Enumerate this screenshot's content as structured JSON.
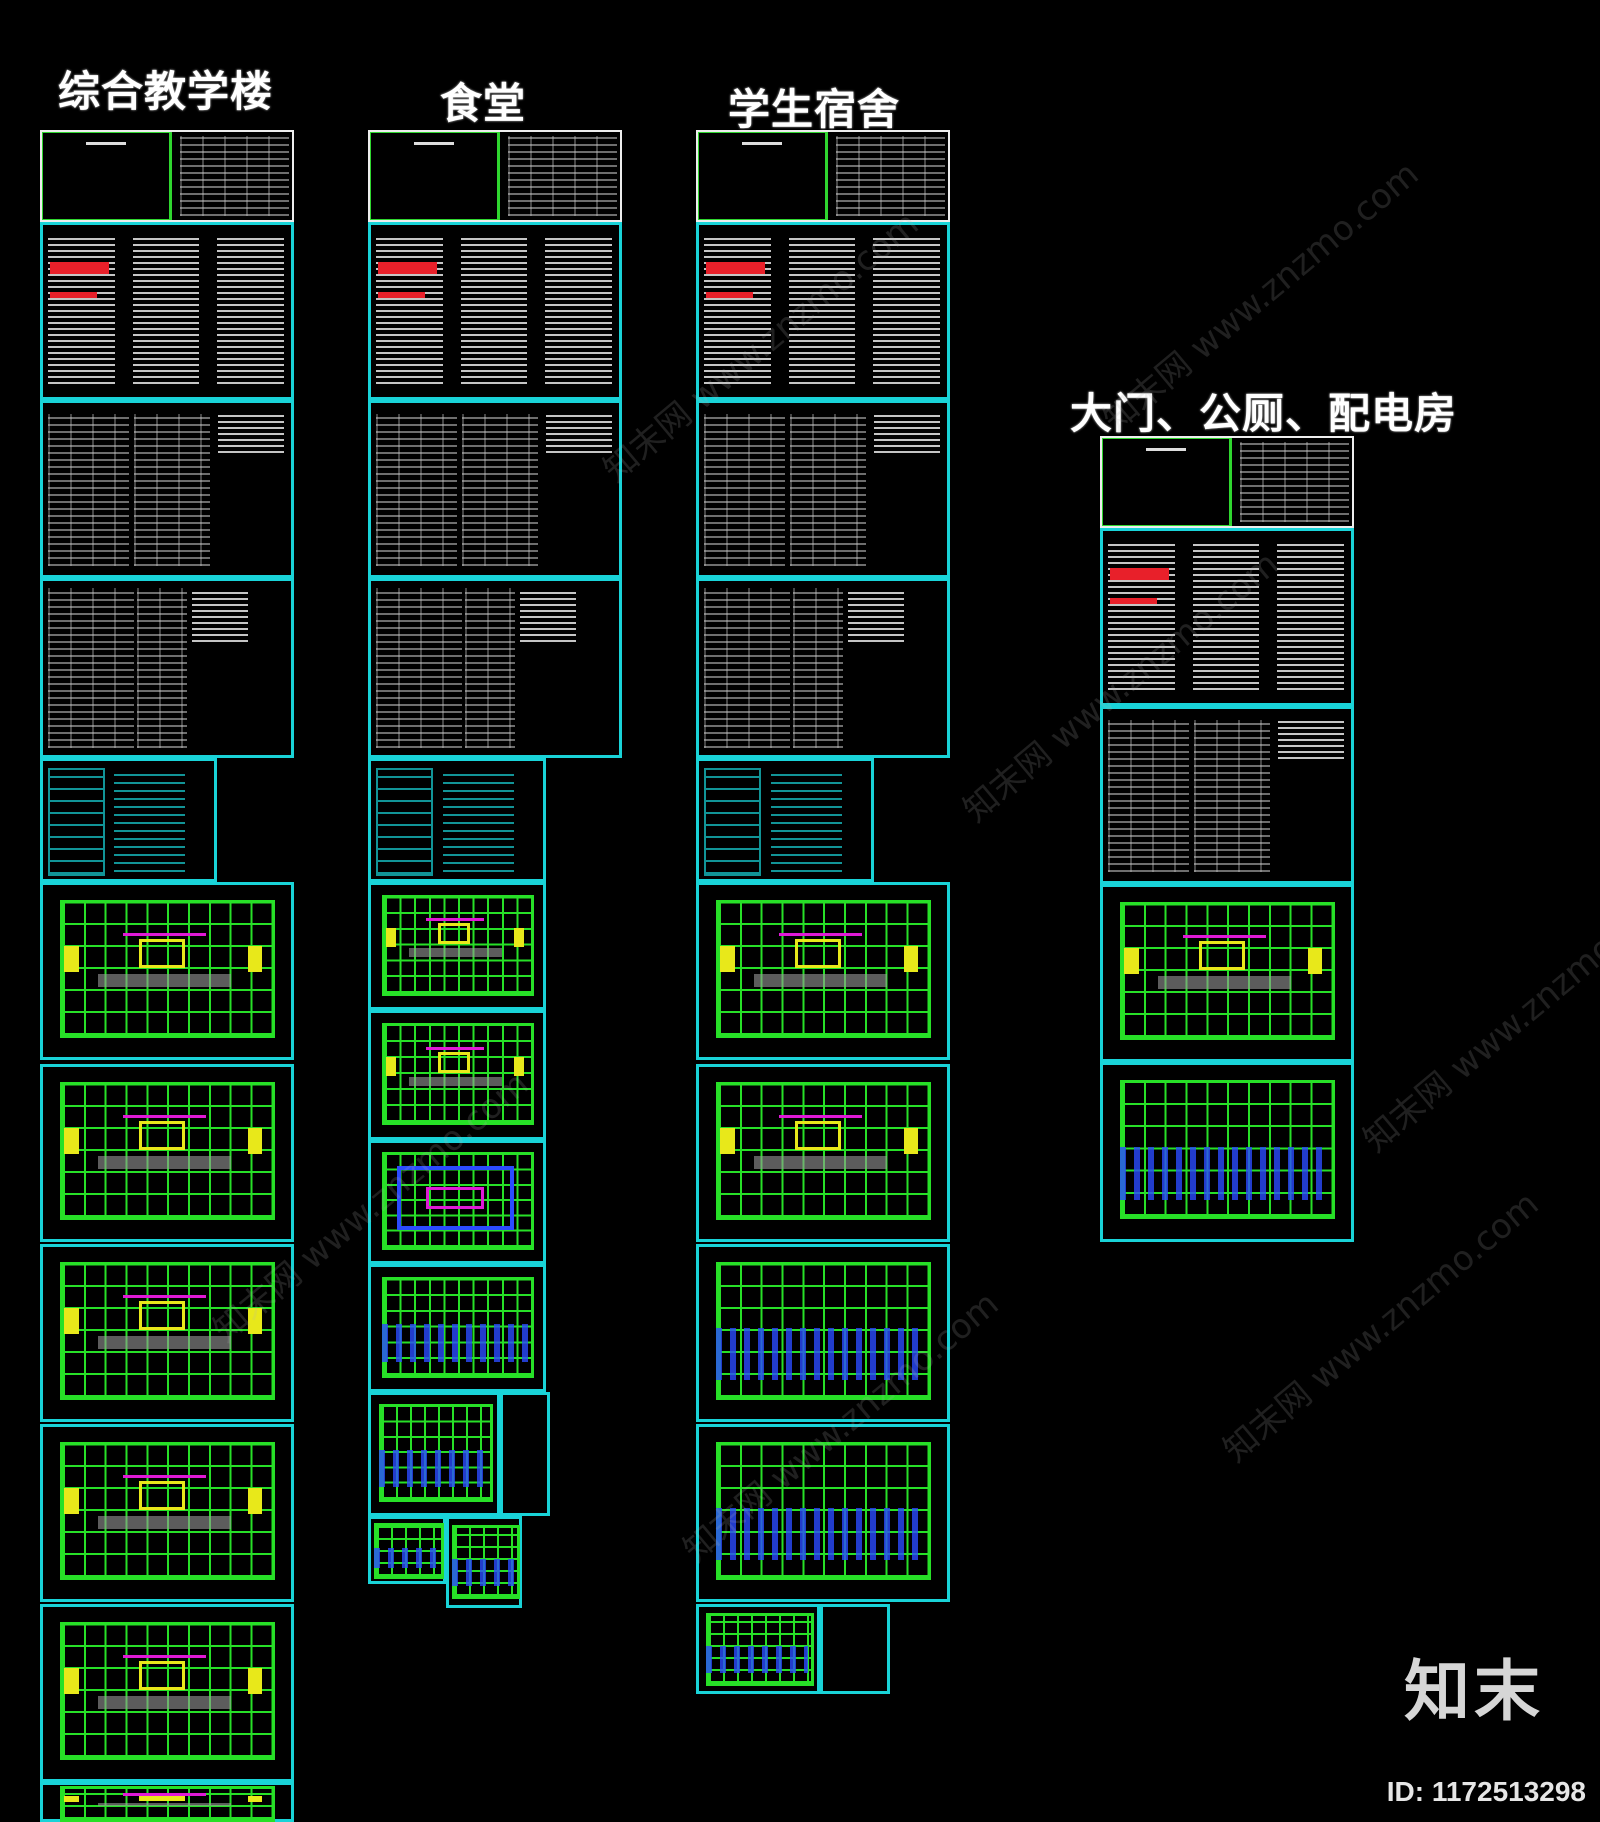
{
  "columns": [
    {
      "id": "teaching",
      "title": "综合教学楼"
    },
    {
      "id": "canteen",
      "title": "食堂"
    },
    {
      "id": "dorm",
      "title": "学生宿舍"
    },
    {
      "id": "gate",
      "title": "大门、公厕、配电房"
    }
  ],
  "watermark": "知末网 www.znzmo.com",
  "logo": "知末",
  "doc_id": "ID: 1172513298",
  "colors": {
    "background": "#000000",
    "sheet_border": "#19d3d8",
    "title_block": "#2fd62f",
    "plan_line": "#27e027",
    "plan_accent_blue": "#2b4bff",
    "plan_accent_yellow": "#e8e81a",
    "plan_accent_magenta": "#e01ad6",
    "note_red": "#e8202a"
  }
}
